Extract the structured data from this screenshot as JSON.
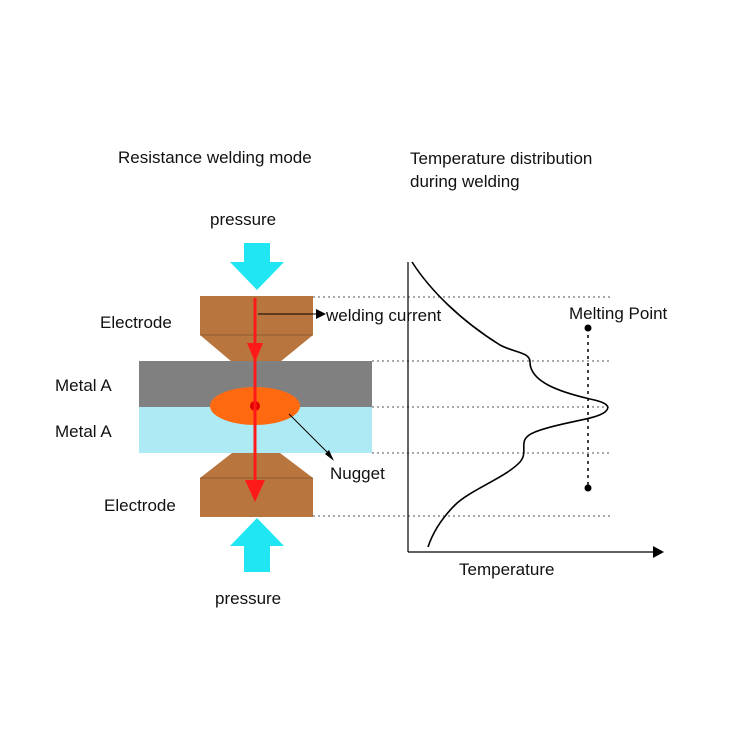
{
  "diagram": {
    "left_title": "Resistance welding mode",
    "right_title_line1": "Temperature distribution",
    "right_title_line2": "during welding",
    "pressure_top": "pressure",
    "pressure_bottom": "pressure",
    "electrode_top": "Electrode",
    "electrode_bottom": "Electrode",
    "metal_a_top": "Metal A",
    "metal_a_bottom": "Metal A",
    "welding_current": "welding current",
    "nugget": "Nugget",
    "melting_point": "Melting Point",
    "x_axis_label": "Temperature"
  },
  "colors": {
    "pressure_arrow": "#1fe6f2",
    "electrode": "#b8763e",
    "electrode_shadow": "#8e5a2c",
    "metal_top": "#808080",
    "metal_bottom": "#aeeaf4",
    "nugget": "#ff6a10",
    "current_arrow": "#ff1a1a",
    "curve": "#000000"
  }
}
